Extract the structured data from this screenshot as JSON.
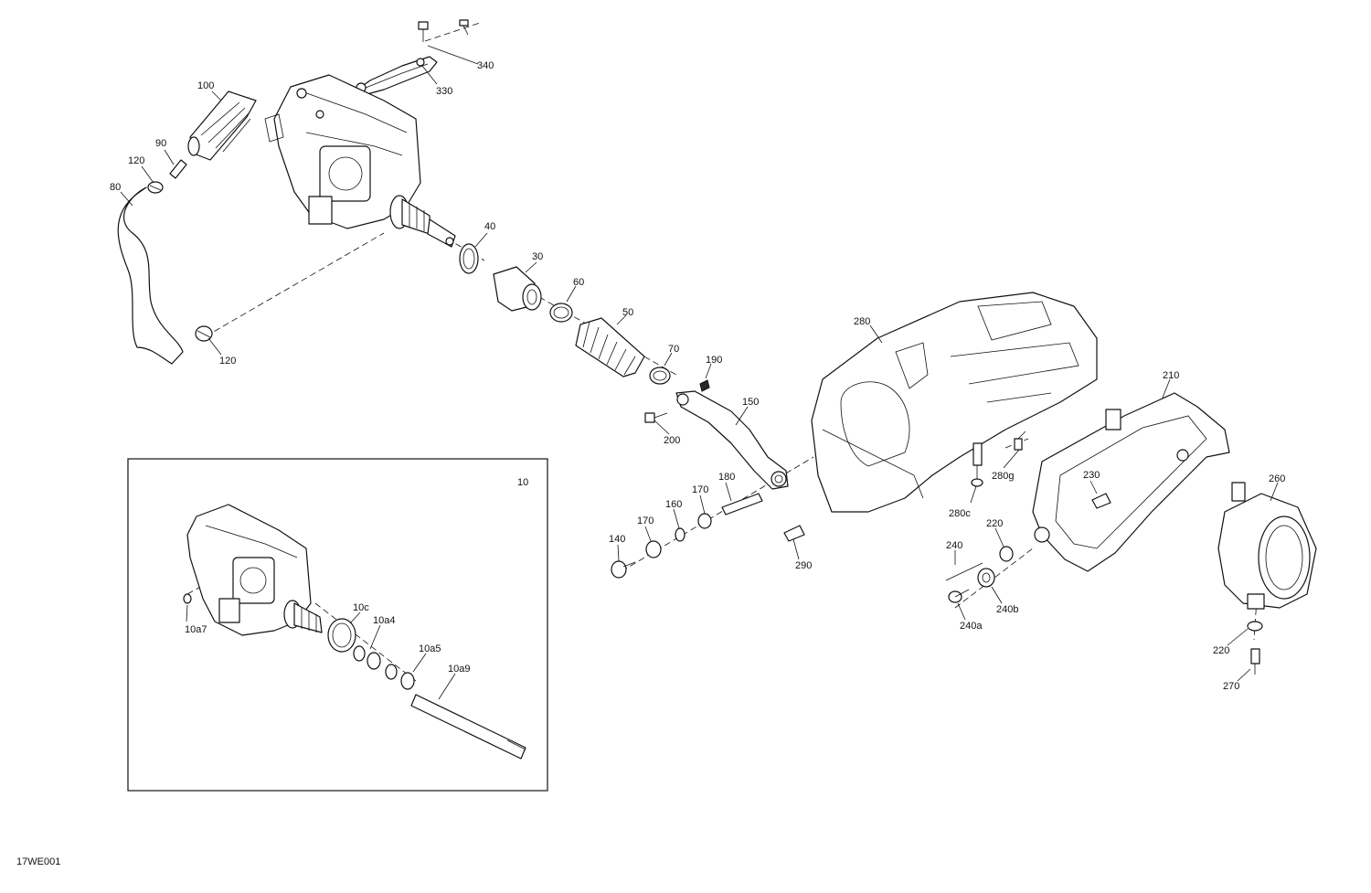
{
  "diagram": {
    "drawing_code": "17WE001",
    "callouts": {
      "c340": "340",
      "c330": "330",
      "c100": "100",
      "c90": "90",
      "c120a": "120",
      "c80": "80",
      "c120b": "120",
      "c40": "40",
      "c30": "30",
      "c60": "60",
      "c50": "50",
      "c70": "70",
      "c190": "190",
      "c150": "150",
      "c200": "200",
      "c280": "280",
      "c210": "210",
      "c280g": "280g",
      "c280c": "280c",
      "c230": "230",
      "c260": "260",
      "c180": "180",
      "c170a": "170",
      "c160": "160",
      "c170b": "170",
      "c140": "140",
      "c290": "290",
      "c220a": "220",
      "c240": "240",
      "c240b": "240b",
      "c240a": "240a",
      "c220b": "220",
      "c270": "270"
    },
    "inset": {
      "label": "10",
      "callouts": {
        "c10c": "10c",
        "c10a4": "10a4",
        "c10a7": "10a7",
        "c10a5": "10a5",
        "c10a9": "10a9"
      }
    }
  }
}
